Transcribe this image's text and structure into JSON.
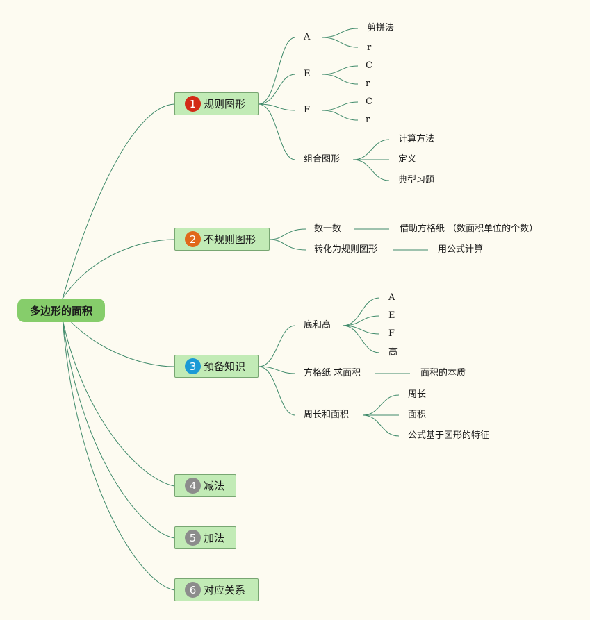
{
  "root": "多边形的面积",
  "colors": {
    "line": "#3f8a6a",
    "root_bg": "#86cd6b",
    "branch_bg": "#c2ebb6"
  },
  "branches": [
    {
      "num": "1",
      "badge_color": "#d32a16",
      "label": "规则图形",
      "children": [
        {
          "label": "A",
          "children": [
            "剪拼法",
            "r"
          ]
        },
        {
          "label": "E",
          "children": [
            "C",
            "r"
          ]
        },
        {
          "label": "F",
          "children": [
            "C",
            "r"
          ]
        },
        {
          "label": "组合图形",
          "children": [
            "计算方法",
            "定义",
            "典型习题"
          ]
        }
      ]
    },
    {
      "num": "2",
      "badge_color": "#e0681a",
      "label": "不规则图形",
      "children": [
        {
          "label": "数一数",
          "children": [
            "借助方格纸 （数面积单位的个数）"
          ]
        },
        {
          "label": "转化为规则图形",
          "children": [
            "用公式计算"
          ]
        }
      ]
    },
    {
      "num": "3",
      "badge_color": "#1b9ad6",
      "label": "预备知识",
      "children": [
        {
          "label": "底和高",
          "children": [
            "A",
            "E",
            "F",
            "高"
          ]
        },
        {
          "label": "方格纸 求面积",
          "children": [
            "面积的本质"
          ]
        },
        {
          "label": "周长和面积",
          "children": [
            "周长",
            "面积",
            "公式基于图形的特征"
          ]
        }
      ]
    },
    {
      "num": "4",
      "badge_color": "#8c8c8c",
      "label": "减法",
      "children": []
    },
    {
      "num": "5",
      "badge_color": "#8c8c8c",
      "label": "加法",
      "children": []
    },
    {
      "num": "6",
      "badge_color": "#8c8c8c",
      "label": "对应关系",
      "children": []
    }
  ]
}
